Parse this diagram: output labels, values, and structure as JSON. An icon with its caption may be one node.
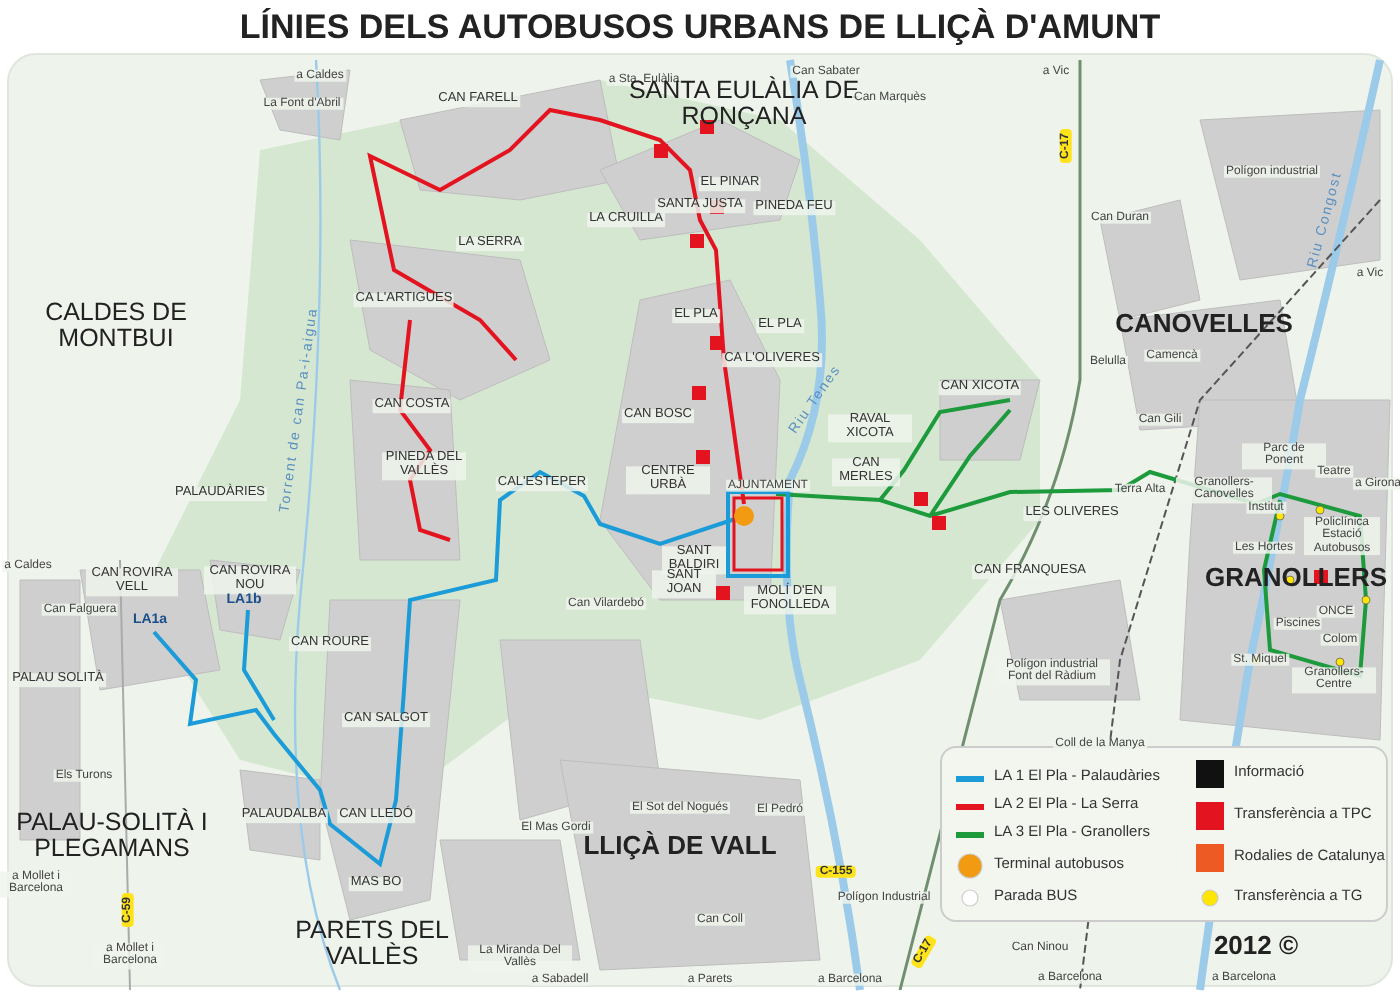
{
  "diagram": {
    "title": "LÍNIES DELS AUTOBUSOS URBANS DE LLIÇÀ D'AMUNT",
    "labels": [
      "a Caldes",
      "La Font d'Abril",
      "CAN FARELL",
      "a Sta. Eulàlia",
      "Can Sabater",
      "SANTA EULÀLIA DE RONÇANA",
      "Can Marquès",
      "a Vic",
      "EL PINAR",
      "PINEDA FEU",
      "LA CRUILLA",
      "SANTA JUSTA",
      "C-17",
      "Polígon industrial",
      "Can Duran",
      "LA SERRA",
      "EL PLA",
      "EL PLA",
      "CA L'OLIVERES",
      "CALDES DE MONTBUI",
      "CA L'ARTIGUES",
      "Riu Tenes",
      "Riu Congost",
      "a Vic",
      "CANOVELLES",
      "Belulla",
      "Camencà",
      "CAN XICOTA",
      "RAVAL XICOTA",
      "CAN COSTA",
      "CAN BOSC",
      "CAN MERLES",
      "Can Gili",
      "Parc de Ponent",
      "Teatre",
      "a Girona",
      "PINEDA DEL VALLÈS",
      "CAL'ESTEPER",
      "CENTRE URBÀ",
      "AJUNTAMENT",
      "Terra Alta",
      "Granollers-Canovelles",
      "LES OLIVERES",
      "Institut",
      "Policlínica Estació Autobusos",
      "PALAUDÀRIES",
      "Torrent de can Pa-i-aigua",
      "SANT BALDIRI",
      "SANT JOAN",
      "MOLÍ D'EN FONOLLEDA",
      "Can Vilardebó",
      "CAN FRANQUESA",
      "Les Hortes",
      "GRANOLLERS",
      "Piscines",
      "ONCE",
      "Colom",
      "St. Miquel",
      "Granollers-Centre",
      "a Caldes",
      "CAN ROVIRA VELL",
      "CAN ROVIRA NOU",
      "LA1a",
      "LA1b",
      "Can Falguera",
      "PALAU SOLITÀ",
      "CAN ROURE",
      "CAN SALGOT",
      "Els Turons",
      "Polígon industrial Font del Ràdium",
      "Coll de la Manya",
      "El Sot del Nogués",
      "El Pedró",
      "CAN LLEDÓ",
      "El Mas Gordi",
      "PALAU-SOLITÀ I PLEGAMANS",
      "PALAUDALBA",
      "LLIÇÀ DE VALL",
      "MAS BO",
      "C-59",
      "C-155",
      "Polígon Industrial",
      "Can Coll",
      "Can Ninou",
      "a Mollet i Barcelona",
      "a Mollet i Barcelona",
      "PARETS DEL VALLÈS",
      "La Miranda Del Vallès",
      "a Sabadell",
      "a Parets",
      "a Barcelona",
      "C-17",
      "a Barcelona",
      "a Barcelona",
      "2012 ©"
    ],
    "legend": [
      {
        "text": "LA 1 El Pla - Palaudàries",
        "color": "#1b9bd7"
      },
      {
        "text": "LA 2 El Pla - La Serra",
        "color": "#e3141f"
      },
      {
        "text": "LA 3 El Pla - Granollers",
        "color": "#1c9a3c"
      },
      {
        "text": "Terminal autobusos",
        "color": "#f29a12"
      },
      {
        "text": "Parada BUS",
        "color": "#ffffff"
      },
      {
        "text": "Informació"
      },
      {
        "text": "Transferència a TPC"
      },
      {
        "text": "Rodalies de Catalunya"
      },
      {
        "text": "Transferència a TG",
        "color": "#ffe600"
      }
    ]
  }
}
